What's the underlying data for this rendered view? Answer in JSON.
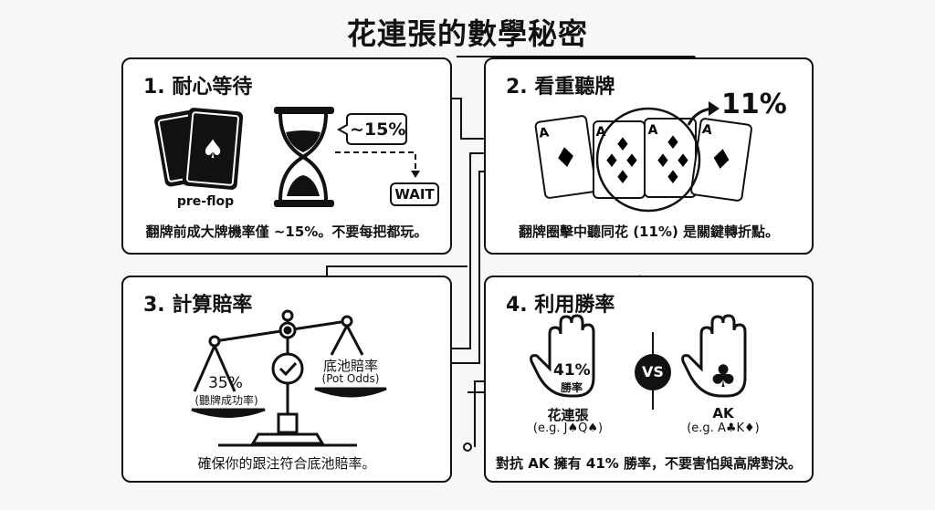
{
  "title": "花連張的數學秘密",
  "panels": [
    {
      "title": "1. 耐心等待",
      "label_cards": "pre-flop",
      "bubble": "~15%",
      "wait": "WAIT",
      "caption": "翻牌前成大牌機率僅 ~15%。不要每把都玩。"
    },
    {
      "title": "2. 看重聽牌",
      "percent": "11%",
      "card_rank": "A",
      "caption": "翻牌圈擊中聽同花 (11%) 是關鍵轉折點。"
    },
    {
      "title": "3. 計算賠率",
      "left_pct": "35%",
      "left_sub": "(聽牌成功率)",
      "right_main": "底池賠率",
      "right_sub": "(Pot Odds)",
      "caption": "確保你的跟注符合底池賠率。"
    },
    {
      "title": "4. 利用勝率",
      "hand_pct": "41%",
      "hand_sub": "勝率",
      "vs": "VS",
      "left_name": "花連張",
      "left_eg": "(e.g. J♠Q♠)",
      "right_name": "AK",
      "right_eg": "(e.g. A♣K♦)",
      "caption": "對抗 AK 擁有 41% 勝率，不要害怕與高牌對決。"
    }
  ]
}
